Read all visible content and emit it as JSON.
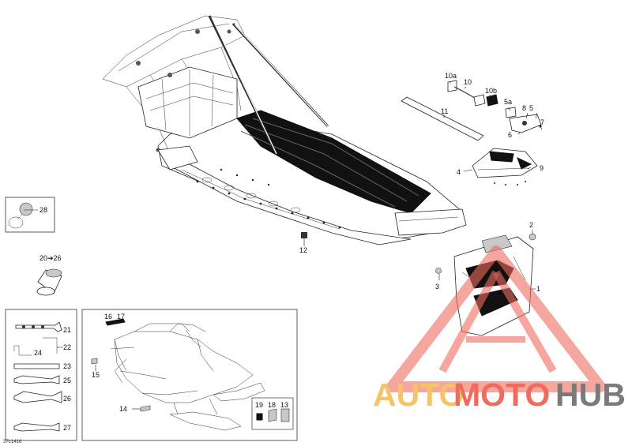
{
  "diagram": {
    "reference_code": "37L1416",
    "callouts": [
      "1",
      "2",
      "3",
      "4",
      "5a",
      "5",
      "6",
      "7",
      "8",
      "9",
      "10",
      "10a",
      "10b",
      "11",
      "12",
      "13",
      "14",
      "15",
      "16",
      "17",
      "18",
      "19",
      "20➔26",
      "21",
      "22",
      "23",
      "24",
      "25",
      "26",
      "27",
      "28"
    ]
  },
  "watermark": {
    "part1": "AUTO",
    "part2": "MOTO",
    "part3": "HUB",
    "color_auto": "#f5c46a",
    "color_moto": "#ef6b5e",
    "color_hub": "#7a7a7a"
  }
}
